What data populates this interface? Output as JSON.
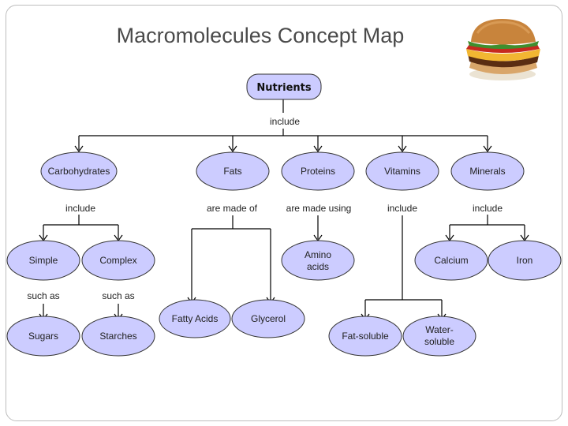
{
  "title": "Macromolecules Concept Map",
  "image": {
    "name": "hamburger"
  },
  "nodes": {
    "nutrients": "Nutrients",
    "carbohydrates": "Carbohydrates",
    "fats": "Fats",
    "proteins": "Proteins",
    "vitamins": "Vitamins",
    "minerals": "Minerals",
    "simple": "Simple",
    "complex": "Complex",
    "amino_acids_1": "Amino",
    "amino_acids_2": "acids",
    "calcium": "Calcium",
    "iron": "Iron",
    "sugars": "Sugars",
    "starches": "Starches",
    "fatty_acids": "Fatty Acids",
    "glycerol": "Glycerol",
    "fat_soluble": "Fat-soluble",
    "water_soluble_1": "Water-",
    "water_soluble_2": "soluble"
  },
  "links": {
    "nutrients_include": "include",
    "carbs_include": "include",
    "fats_made_of": "are made of",
    "proteins_made_using": "are made using",
    "vitamins_include": "include",
    "minerals_include": "include",
    "simple_such_as": "such as",
    "complex_such_as": "such as"
  },
  "colors": {
    "node_fill": "#ccccff",
    "line": "#000000"
  }
}
